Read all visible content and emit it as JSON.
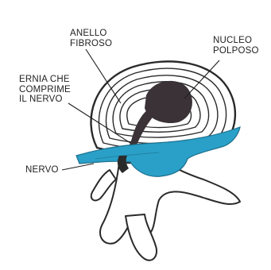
{
  "labels": {
    "annulus_l1": "ANELLO",
    "annulus_l2": "FIBROSO",
    "nucleus_l1": "NUCLEO",
    "nucleus_l2": "POLPOSO",
    "hernia_l1": "ERNIA CHE",
    "hernia_l2": "COMPRIME",
    "hernia_l3": "IL NERVO",
    "nerve": "NERVO"
  },
  "colors": {
    "nerve_blue": "#2aa0c8",
    "nucleus_dark": "#3a3236",
    "ink": "#1f1f1f",
    "paper": "#ffffff"
  }
}
